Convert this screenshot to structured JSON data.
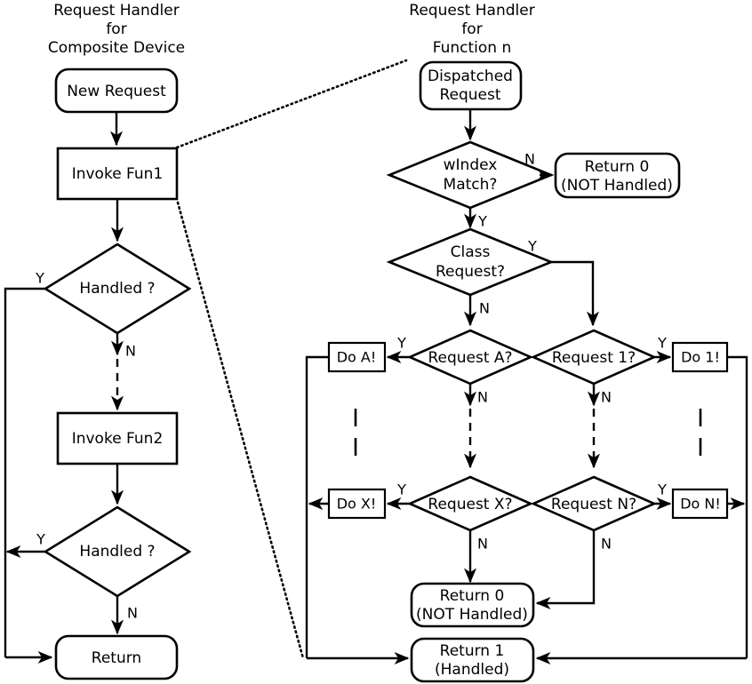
{
  "diagram": {
    "type": "flowchart",
    "title_left": [
      "Request Handler",
      "for",
      "Composite Device"
    ],
    "title_right": [
      "Request Handler",
      "for",
      "Function n"
    ],
    "left_column": {
      "heading_line1": "Request Handler",
      "heading_line2": "for",
      "heading_line3": "Composite Device",
      "nodes": [
        {
          "id": "new-request",
          "shape": "rounded",
          "label": "New Request"
        },
        {
          "id": "invoke-fun1",
          "shape": "rect",
          "label": "Invoke Fun1"
        },
        {
          "id": "handled-1",
          "shape": "diamond",
          "label": "Handled ?"
        },
        {
          "id": "invoke-fun2",
          "shape": "rect",
          "label": "Invoke Fun2"
        },
        {
          "id": "handled-2",
          "shape": "diamond",
          "label": "Handled ?"
        },
        {
          "id": "return",
          "shape": "rounded",
          "label": "Return"
        }
      ],
      "edge_labels": {
        "handled1_yes": "Y",
        "handled1_no": "N",
        "handled2_yes": "Y",
        "handled2_no": "N"
      }
    },
    "right_column": {
      "heading_line1": "Request Handler",
      "heading_line2": "for",
      "heading_line3": "Function n",
      "nodes": [
        {
          "id": "dispatched-request",
          "shape": "rounded",
          "label_line1": "Dispatched",
          "label_line2": "Request"
        },
        {
          "id": "windex-match",
          "shape": "diamond",
          "label_line1": "wIndex",
          "label_line2": "Match?"
        },
        {
          "id": "return0-top",
          "shape": "rounded",
          "label_line1": "Return 0",
          "label_line2": "(NOT Handled)"
        },
        {
          "id": "class-request",
          "shape": "diamond",
          "label_line1": "Class",
          "label_line2": "Request?"
        },
        {
          "id": "request-a",
          "shape": "diamond",
          "label": "Request A?"
        },
        {
          "id": "request-1",
          "shape": "diamond",
          "label": "Request 1?"
        },
        {
          "id": "do-a",
          "shape": "rect",
          "label": "Do A!"
        },
        {
          "id": "do-1",
          "shape": "rect",
          "label": "Do 1!"
        },
        {
          "id": "request-x",
          "shape": "diamond",
          "label": "Request X?"
        },
        {
          "id": "request-n",
          "shape": "diamond",
          "label": "Request N?"
        },
        {
          "id": "do-x",
          "shape": "rect",
          "label": "Do X!"
        },
        {
          "id": "do-n",
          "shape": "rect",
          "label": "Do N!"
        },
        {
          "id": "return0-bottom",
          "shape": "rounded",
          "label_line1": "Return 0",
          "label_line2": "(NOT Handled)"
        },
        {
          "id": "return1-bottom",
          "shape": "rounded",
          "label_line1": "Return 1",
          "label_line2": "(Handled)"
        }
      ],
      "edge_labels": {
        "windex_no": "N",
        "windex_yes": "Y",
        "class_yes": "Y",
        "class_no": "N",
        "reqa_yes": "Y",
        "reqa_no": "N",
        "req1_yes": "Y",
        "req1_no": "N",
        "reqx_yes": "Y",
        "reqx_no": "N",
        "reqn_yes": "Y",
        "reqn_no": "N"
      }
    },
    "colors": {
      "stroke": "#000000",
      "fill": "#ffffff",
      "background": "#ffffff"
    }
  }
}
